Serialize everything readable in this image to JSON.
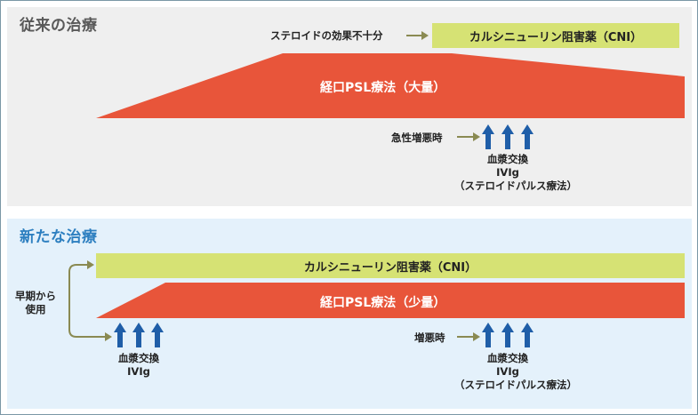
{
  "old": {
    "title": "従来の治療",
    "steroid_note": "ステロイドの効果不十分",
    "cni_label": "カルシニューリン阻害薬（CNI）",
    "psl_label": "経口PSL療法（大量）",
    "exacerbation_note": "急性増悪時",
    "treatment_lines": [
      "血漿交換",
      "IVIg",
      "（ステロイドパルス療法）"
    ]
  },
  "new": {
    "title": "新たな治療",
    "cni_label": "カルシニューリン阻害薬（CNI）",
    "psl_label": "経口PSL療法（少量）",
    "early_label_lines": [
      "早期から",
      "使用"
    ],
    "early_treatment_lines": [
      "血漿交換",
      "IVIg"
    ],
    "exacerbation_note": "増悪時",
    "treatment_lines": [
      "血漿交換",
      "IVIg",
      "（ステロイドパルス療法）"
    ]
  },
  "colors": {
    "psl_bar": "#e8553a",
    "cni_bar": "#d6e274",
    "arrow_blue": "#1f5ea8",
    "connector": "#8a8a52",
    "old_title": "#595959",
    "new_title": "#2d7fc0"
  },
  "icons": [
    "up-arrow-icon",
    "right-arrow-icon"
  ]
}
